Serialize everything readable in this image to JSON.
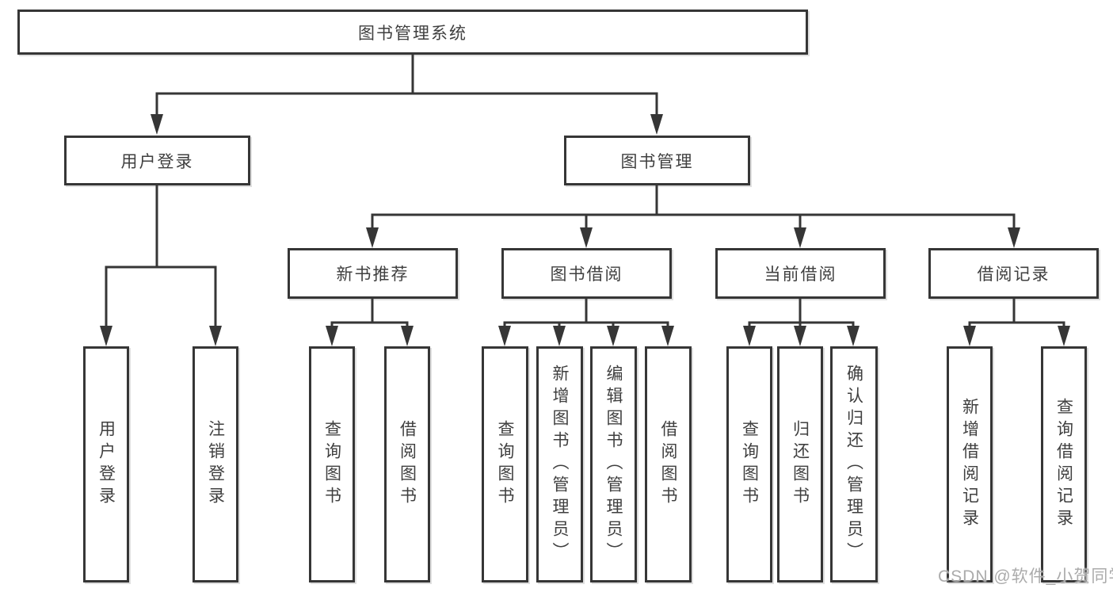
{
  "tree": {
    "root": {
      "label": "图书管理系统"
    },
    "branches": [
      {
        "label": "用户登录",
        "children": [
          {
            "label": "用户登录"
          },
          {
            "label": "注销登录"
          }
        ]
      },
      {
        "label": "图书管理",
        "children": [
          {
            "label": "新书推荐",
            "children": [
              {
                "label": "查询图书"
              },
              {
                "label": "借阅图书"
              }
            ]
          },
          {
            "label": "图书借阅",
            "children": [
              {
                "label": "查询图书"
              },
              {
                "label": "新增图书（管理员）"
              },
              {
                "label": "编辑图书（管理员）"
              },
              {
                "label": "借阅图书"
              }
            ]
          },
          {
            "label": "当前借阅",
            "children": [
              {
                "label": "查询图书"
              },
              {
                "label": "归还图书"
              },
              {
                "label": "确认归还（管理员）"
              }
            ]
          },
          {
            "label": "借阅记录",
            "children": [
              {
                "label": "新增借阅记录"
              },
              {
                "label": "查询借阅记录"
              }
            ]
          }
        ]
      }
    ]
  },
  "watermark": {
    "text": "CSDN @软件_小贺同学"
  },
  "colors": {
    "line": "#363636",
    "text": "#3f3f3f",
    "background": "#ffffff",
    "watermark": "#ababab"
  }
}
